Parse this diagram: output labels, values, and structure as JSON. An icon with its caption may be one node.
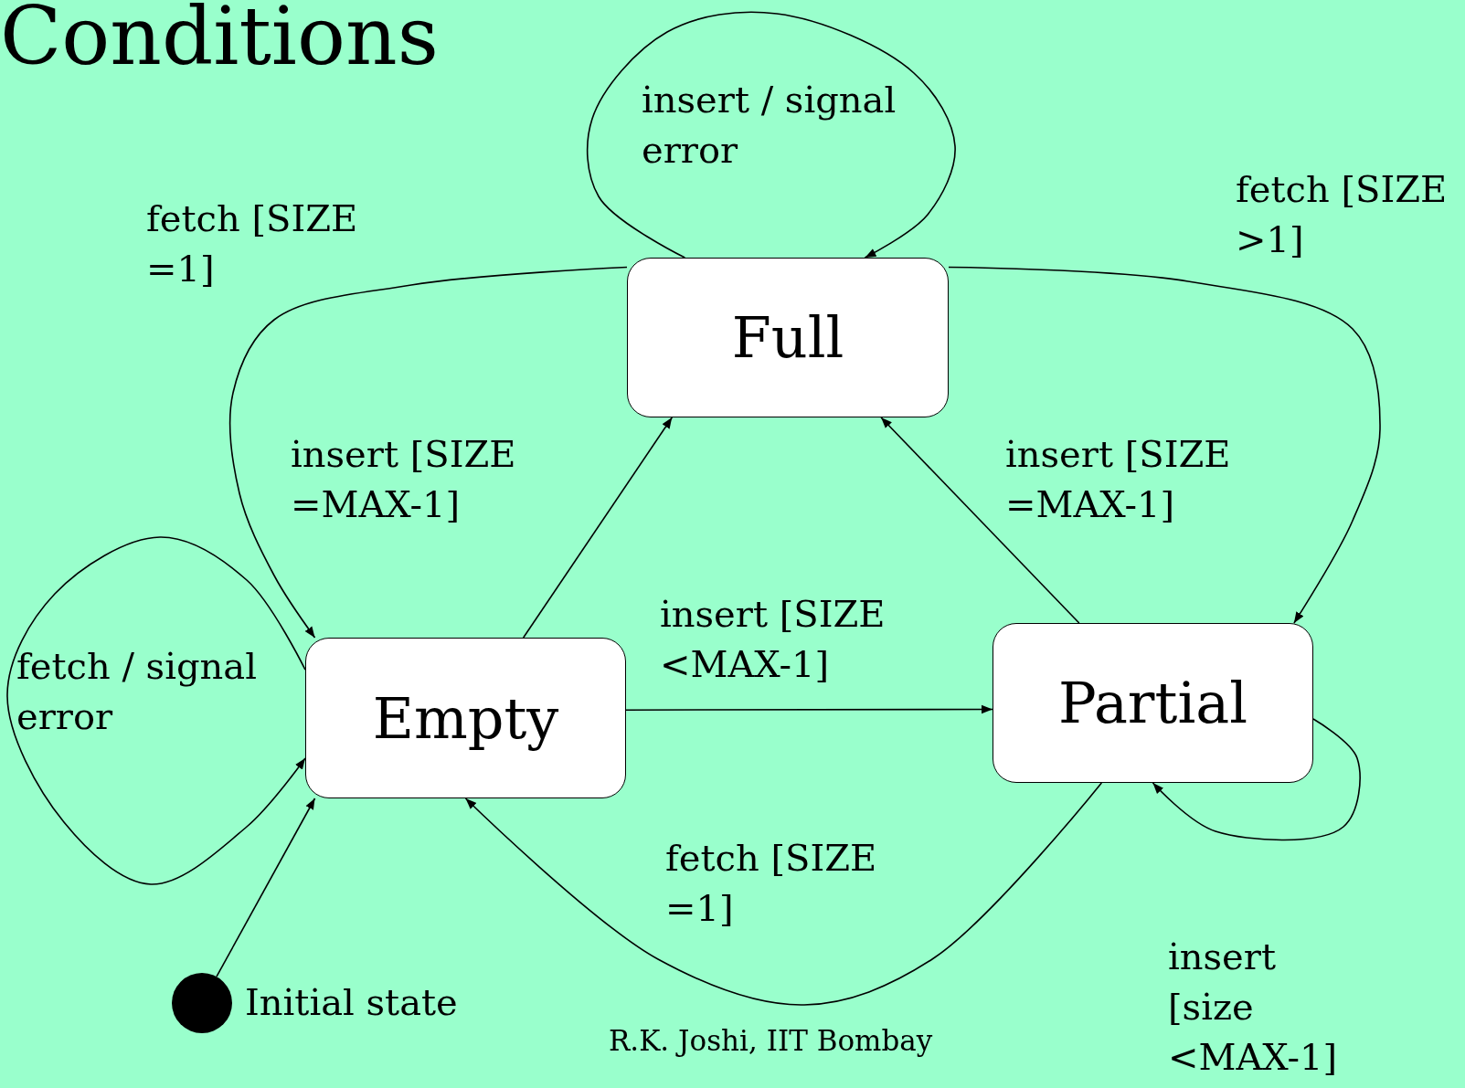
{
  "diagram": {
    "title": "Conditions",
    "nodes": [
      {
        "text": [
          "Full"
        ]
      },
      {
        "text": [
          "Empty"
        ]
      },
      {
        "text": [
          "Partial"
        ]
      },
      {
        "text": [],
        "shape": "circle",
        "beside": [
          "Initial state"
        ]
      }
    ],
    "edges": [
      {
        "from": 0,
        "to": 0,
        "arrow": "to",
        "label": "insert / signal error"
      },
      {
        "from": 0,
        "to": 1,
        "arrow": "to",
        "label": "fetch [SIZE =1]"
      },
      {
        "from": 0,
        "to": 2,
        "arrow": "to",
        "label": "fetch [SIZE >1]"
      },
      {
        "from": 1,
        "to": 0,
        "arrow": "to",
        "label": "insert [SIZE =MAX-1]"
      },
      {
        "from": 2,
        "to": 0,
        "arrow": "to",
        "label": "insert [SIZE =MAX-1]"
      },
      {
        "from": 1,
        "to": 2,
        "arrow": "to",
        "label": "insert [SIZE <MAX-1]"
      },
      {
        "from": 2,
        "to": 1,
        "arrow": "to",
        "label": "fetch [SIZE =1]"
      },
      {
        "from": 1,
        "to": 1,
        "arrow": "to",
        "label": "fetch / signal error"
      },
      {
        "from": 2,
        "to": 2,
        "arrow": "to",
        "label": "insert [size <MAX-1]"
      },
      {
        "from": 3,
        "to": 1,
        "arrow": "to"
      }
    ],
    "labels": [
      "R.K. Joshi, IIT Bombay"
    ]
  }
}
